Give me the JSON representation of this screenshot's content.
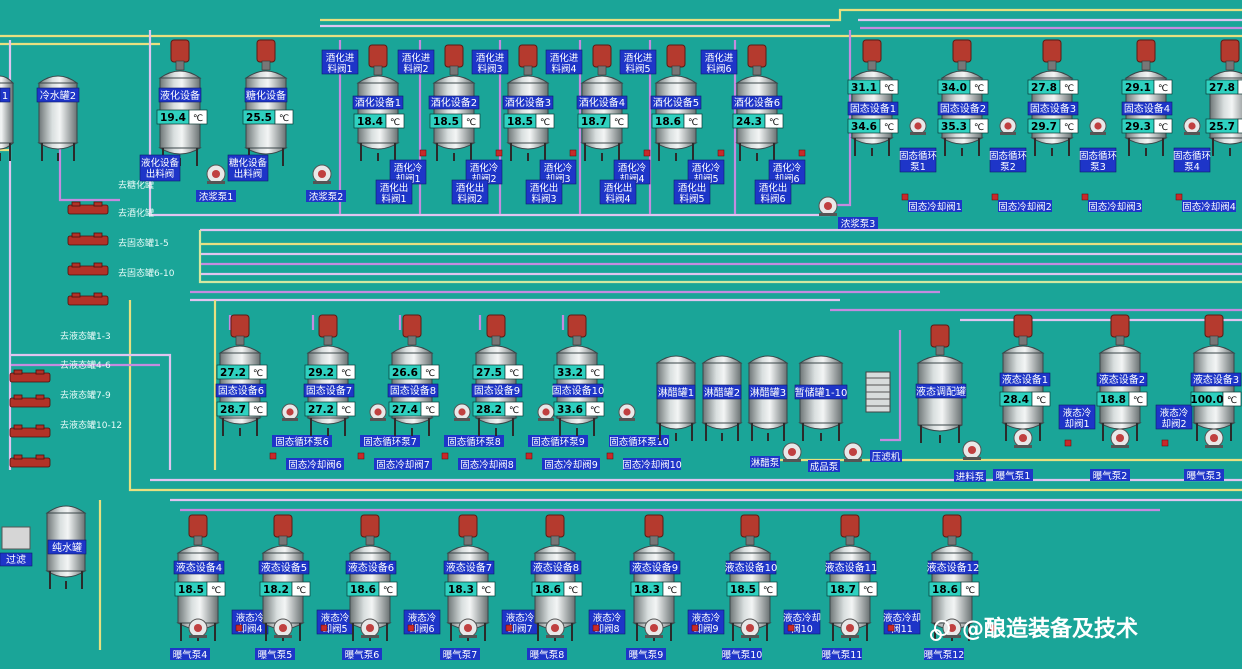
{
  "screen": {
    "colors": {
      "background": "#1aa598",
      "label_bg": "#1e35c8",
      "readout_bg": "#2fd1c0",
      "pipe_purple": "#c58be0",
      "pipe_lilac": "#e0c4f0",
      "pipe_yellow": "#e8e080",
      "valve_red": "#c82a2a"
    }
  },
  "unit": "℃",
  "left_tanks": {
    "lengzhao_partial": "1",
    "lengshui": "冷水罐2",
    "chunshui": "纯水罐",
    "guolv": "过滤"
  },
  "top_row": {
    "tanghua": [
      {
        "label": "液化设备",
        "temp": "19.4"
      },
      {
        "label": "糖化设备",
        "temp": "25.5"
      }
    ],
    "outlet_valves": [
      "液化设备出料阀",
      "糖化设备出料阀"
    ],
    "pumps": [
      "浓浆泵1",
      "浓浆泵2",
      "浓浆泵3"
    ],
    "jiuhua": [
      {
        "label": "酒化设备1",
        "temp": "18.4",
        "in_valve": "酒化进料阀1",
        "cool_valve": "酒化冷却阀1",
        "out_valve": "酒化出料阀1"
      },
      {
        "label": "酒化设备2",
        "temp": "18.5",
        "in_valve": "酒化进料阀2",
        "cool_valve": "酒化冷却阀2",
        "out_valve": "酒化出料阀2"
      },
      {
        "label": "酒化设备3",
        "temp": "18.5",
        "in_valve": "酒化进料阀3",
        "cool_valve": "酒化冷却阀3",
        "out_valve": "酒化出料阀3"
      },
      {
        "label": "酒化设备4",
        "temp": "18.7",
        "in_valve": "酒化进料阀4",
        "cool_valve": "酒化冷却阀4",
        "out_valve": "酒化出料阀4"
      },
      {
        "label": "酒化设备5",
        "temp": "18.6",
        "in_valve": "酒化进料阀5",
        "cool_valve": "酒化冷却阀5",
        "out_valve": "酒化出料阀5"
      },
      {
        "label": "酒化设备6",
        "temp": "24.3",
        "in_valve": "酒化进料阀6",
        "cool_valve": "酒化冷却阀6",
        "out_valve": "酒化出料阀6"
      }
    ],
    "gutai": [
      {
        "label": "固态设备1",
        "t1": "31.1",
        "t2": "34.6",
        "pump": "固态循环泵1",
        "valve": "固态冷却阀1"
      },
      {
        "label": "固态设备2",
        "t1": "34.0",
        "t2": "35.3",
        "pump": "固态循环泵2",
        "valve": "固态冷却阀2"
      },
      {
        "label": "固态设备3",
        "t1": "27.8",
        "t2": "29.7",
        "pump": "固态循环泵3",
        "valve": "固态冷却阀3"
      },
      {
        "label": "固态设备4",
        "t1": "29.1",
        "t2": "29.3",
        "pump": "固态循环泵4",
        "valve": "固态冷却阀4"
      },
      {
        "label": "",
        "t1": "27.8",
        "t2": "25.7",
        "pump": "",
        "valve": ""
      }
    ]
  },
  "routes": [
    "去糖化罐",
    "去酒化罐",
    "去固态罐1-5",
    "去固态罐6-10",
    "去液态罐1-3",
    "去液态罐4-6",
    "去液态罐7-9",
    "去液态罐10-12"
  ],
  "middle_row": {
    "gutai": [
      {
        "label": "固态设备6",
        "t1": "27.2",
        "t2": "28.7",
        "pump": "固态循环泵6",
        "valve": "固态冷却阀6"
      },
      {
        "label": "固态设备7",
        "t1": "29.2",
        "t2": "27.2",
        "pump": "固态循环泵7",
        "valve": "固态冷却阀7"
      },
      {
        "label": "固态设备8",
        "t1": "26.6",
        "t2": "27.4",
        "pump": "固态循环泵8",
        "valve": "固态冷却阀8"
      },
      {
        "label": "固态设备9",
        "t1": "27.5",
        "t2": "28.2",
        "pump": "固态循环泵9",
        "valve": "固态冷却阀9"
      },
      {
        "label": "固态设备10",
        "t1": "33.2",
        "t2": "33.6",
        "pump": "固态循环泵10",
        "valve": "固态冷却阀10"
      }
    ],
    "storage": [
      "淋醋罐1",
      "淋醋罐2",
      "淋醋罐3",
      "暂储罐1-10"
    ],
    "pump_labels": {
      "linchu": "淋醋泵",
      "chengpin": "成品泵",
      "yazha": "压滤机",
      "jinliao": "进料泵"
    },
    "tiaopei": "液态调配罐",
    "yetai": [
      {
        "label": "液态设备1",
        "temp": "28.4",
        "valve": "液态冷却阀1",
        "pump": "曝气泵1"
      },
      {
        "label": "液态设备2",
        "temp": "18.8",
        "valve": "液态冷却阀2",
        "pump": "曝气泵2"
      },
      {
        "label": "液态设备3",
        "temp": "100.0",
        "valve": "",
        "pump": "曝气泵3"
      }
    ]
  },
  "bottom_row": {
    "yetai": [
      {
        "label": "液态设备4",
        "temp": "18.5",
        "valve": "液态冷却阀4",
        "pump": "曝气泵4"
      },
      {
        "label": "液态设备5",
        "temp": "18.2",
        "valve": "液态冷却阀5",
        "pump": "曝气泵5"
      },
      {
        "label": "液态设备6",
        "temp": "18.6",
        "valve": "液态冷却阀6",
        "pump": "曝气泵6"
      },
      {
        "label": "液态设备7",
        "temp": "18.3",
        "valve": "液态冷却阀7",
        "pump": "曝气泵7"
      },
      {
        "label": "液态设备8",
        "temp": "18.6",
        "valve": "液态冷却阀8",
        "pump": "曝气泵8"
      },
      {
        "label": "液态设备9",
        "temp": "18.3",
        "valve": "液态冷却阀9",
        "pump": "曝气泵9"
      },
      {
        "label": "液态设备10",
        "temp": "18.5",
        "valve": "液态冷却阀10",
        "pump": "曝气泵10"
      },
      {
        "label": "液态设备11",
        "temp": "18.7",
        "valve": "液态冷却阀11",
        "pump": "曝气泵11"
      },
      {
        "label": "液态设备12",
        "temp": "18.6",
        "valve": "",
        "pump": "曝气泵12"
      }
    ]
  },
  "watermark": "@酿造装备及技术"
}
